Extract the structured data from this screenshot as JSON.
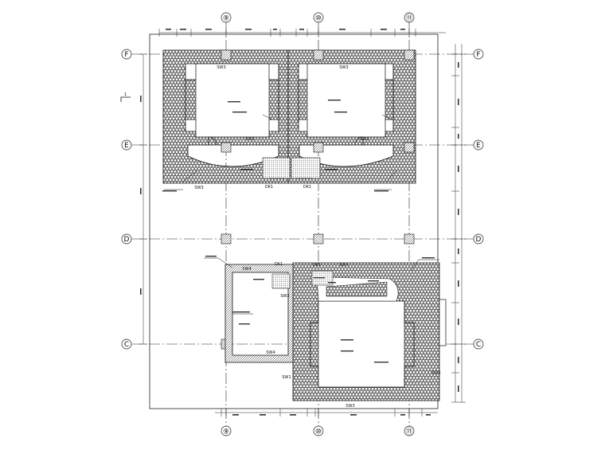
{
  "axes": {
    "top": [
      "⑨",
      "⑩",
      "⑪"
    ],
    "bottom": [
      "⑨",
      "⑩",
      "⑪"
    ],
    "left": [
      "F",
      "E",
      "D",
      "C"
    ],
    "right": [
      "F",
      "E",
      "D",
      "C"
    ]
  },
  "section_mark": "1",
  "room_labels": {
    "sw3_a": "SW3",
    "sw3_b": "SW3",
    "sw3_c": "SW3",
    "sw3_d": "SW3",
    "sw3_e": "SW3",
    "sw3_f": "SW3",
    "sw4_a": "SW4",
    "sw4_b": "SW4",
    "sw4_c": "SW4",
    "sw2_a": "SW2",
    "sw2_b": "SW2",
    "sw1_a": "SW1",
    "dk1_a": "DK1",
    "dk1_b": "DK1",
    "dk1_c": "DK1",
    "dk1_d": "DK1"
  }
}
